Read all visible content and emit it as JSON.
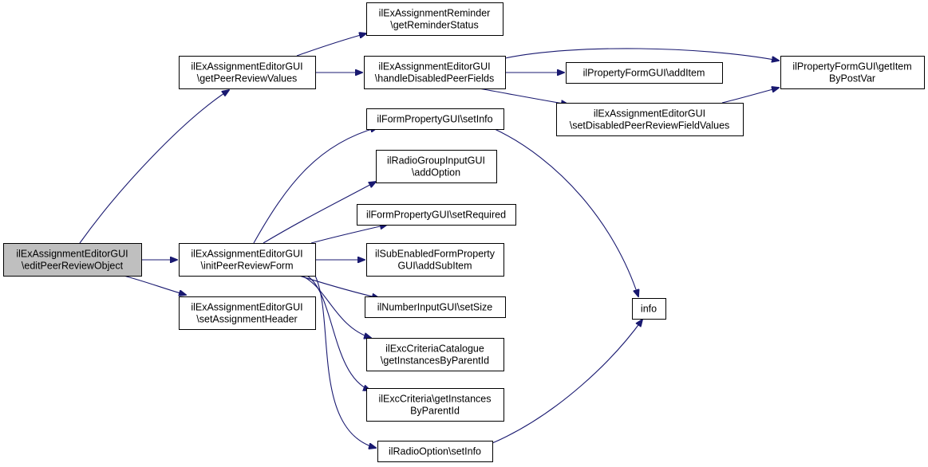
{
  "colors": {
    "edge": "#191970",
    "node_fill": "#ffffff",
    "focus_fill": "#bfbfbf",
    "border": "#000000"
  },
  "nodes": [
    {
      "id": "root",
      "lines": [
        "ilExAssignmentEditorGUI",
        "\\editPeerReviewObject"
      ],
      "focus": true
    },
    {
      "id": "getPeer",
      "lines": [
        "ilExAssignmentEditorGUI",
        "\\getPeerReviewValues"
      ]
    },
    {
      "id": "initPeer",
      "lines": [
        "ilExAssignmentEditorGUI",
        "\\initPeerReviewForm"
      ]
    },
    {
      "id": "setHeader",
      "lines": [
        "ilExAssignmentEditorGUI",
        "\\setAssignmentHeader"
      ]
    },
    {
      "id": "reminder",
      "lines": [
        "ilExAssignmentReminder",
        "\\getReminderStatus"
      ]
    },
    {
      "id": "handle",
      "lines": [
        "ilExAssignmentEditorGUI",
        "\\handleDisabledPeerFields"
      ]
    },
    {
      "id": "addItem",
      "lines": [
        "ilPropertyFormGUI\\addItem"
      ]
    },
    {
      "id": "setDisabled",
      "lines": [
        "ilExAssignmentEditorGUI",
        "\\setDisabledPeerReviewFieldValues"
      ]
    },
    {
      "id": "getItem",
      "lines": [
        "ilPropertyFormGUI\\getItem",
        "ByPostVar"
      ]
    },
    {
      "id": "setInfo",
      "lines": [
        "ilFormPropertyGUI\\setInfo"
      ]
    },
    {
      "id": "addOption",
      "lines": [
        "ilRadioGroupInputGUI",
        "\\addOption"
      ]
    },
    {
      "id": "setRequired",
      "lines": [
        "ilFormPropertyGUI\\setRequired"
      ]
    },
    {
      "id": "addSub",
      "lines": [
        "ilSubEnabledFormProperty",
        "GUI\\addSubItem"
      ]
    },
    {
      "id": "setSize",
      "lines": [
        "ilNumberInputGUI\\setSize"
      ]
    },
    {
      "id": "catalogue",
      "lines": [
        "ilExcCriteriaCatalogue",
        "\\getInstancesByParentId"
      ]
    },
    {
      "id": "criteria",
      "lines": [
        "ilExcCriteria\\getInstances",
        "ByParentId"
      ]
    },
    {
      "id": "radioInfo",
      "lines": [
        "ilRadioOption\\setInfo"
      ]
    },
    {
      "id": "info",
      "lines": [
        "info"
      ]
    }
  ],
  "edges": [
    {
      "from": "root",
      "to": "getPeer"
    },
    {
      "from": "root",
      "to": "initPeer"
    },
    {
      "from": "root",
      "to": "setHeader"
    },
    {
      "from": "getPeer",
      "to": "reminder"
    },
    {
      "from": "getPeer",
      "to": "handle"
    },
    {
      "from": "handle",
      "to": "getItem"
    },
    {
      "from": "handle",
      "to": "addItem"
    },
    {
      "from": "handle",
      "to": "setDisabled"
    },
    {
      "from": "setDisabled",
      "to": "getItem"
    },
    {
      "from": "initPeer",
      "to": "setInfo"
    },
    {
      "from": "initPeer",
      "to": "addOption"
    },
    {
      "from": "initPeer",
      "to": "setRequired"
    },
    {
      "from": "initPeer",
      "to": "addSub"
    },
    {
      "from": "initPeer",
      "to": "setSize"
    },
    {
      "from": "initPeer",
      "to": "catalogue"
    },
    {
      "from": "initPeer",
      "to": "criteria"
    },
    {
      "from": "initPeer",
      "to": "radioInfo"
    },
    {
      "from": "setInfo",
      "to": "info"
    },
    {
      "from": "radioInfo",
      "to": "info"
    }
  ]
}
